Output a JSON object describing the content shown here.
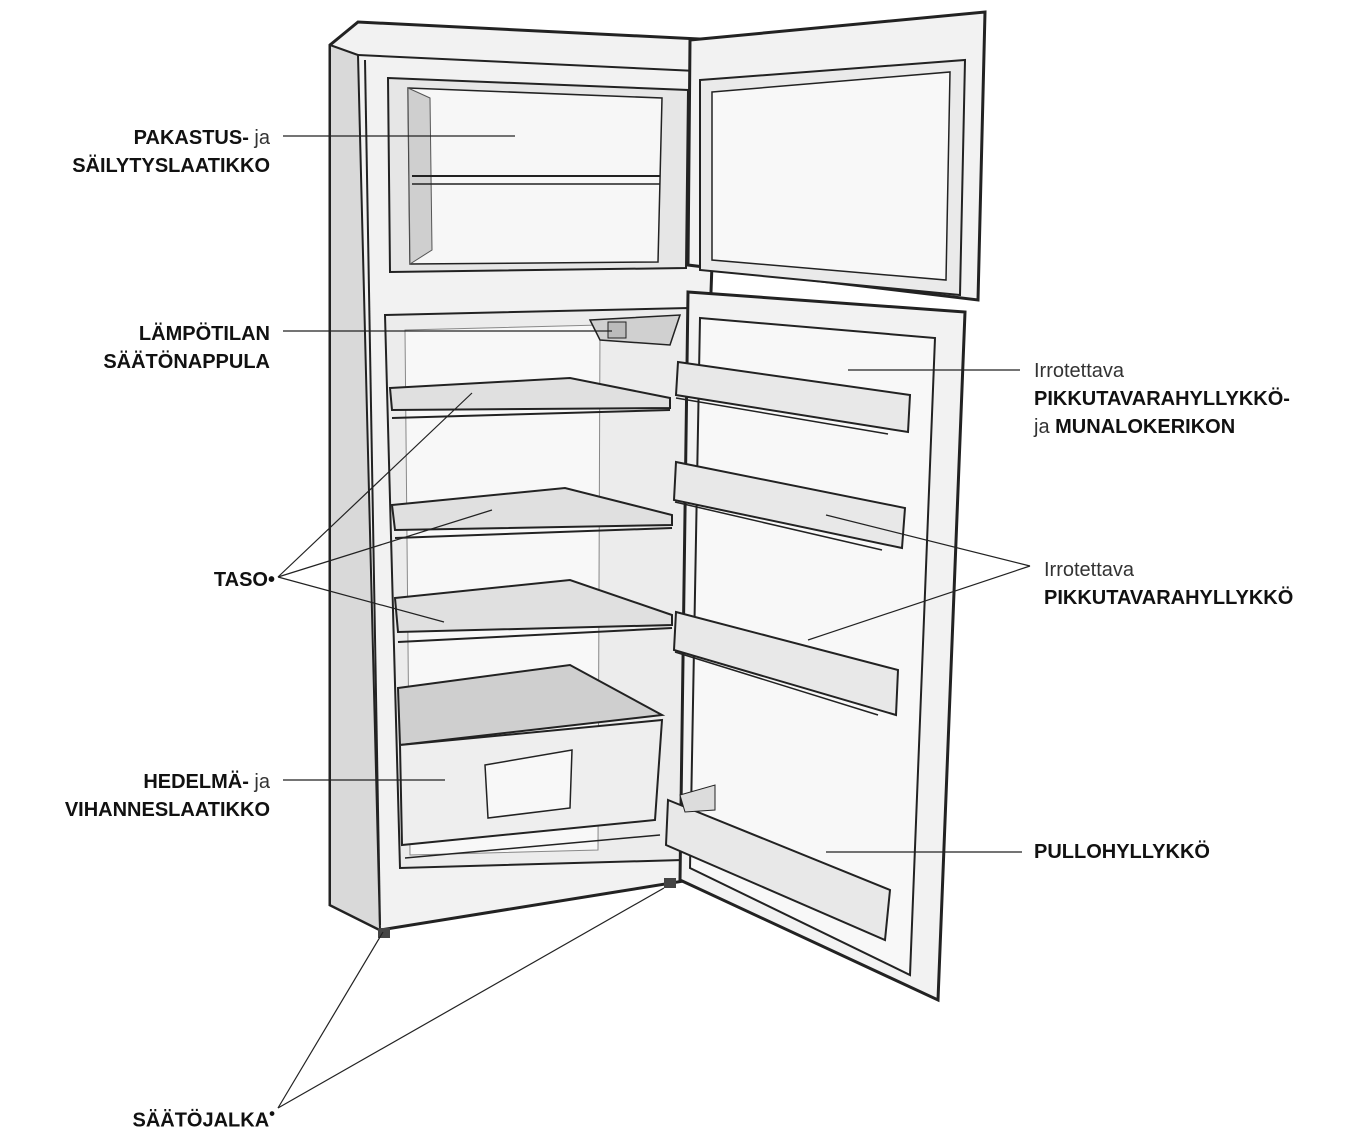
{
  "labels": {
    "freezer_line1": "PAKASTUS-",
    "freezer_ja": "ja",
    "freezer_line2": "SÄILYTYSLAATIKKO",
    "thermostat_line1": "LÄMPÖTILAN",
    "thermostat_line2": "SÄÄTÖNAPPULA",
    "shelf": "TASO",
    "shelf_marker": "•",
    "crisper_line1": "HEDELMÄ-",
    "crisper_ja": "ja",
    "crisper_line2": "VIHANNESLAATIKKO",
    "foot": "SÄÄTÖJALKA",
    "foot_marker": "•",
    "door_upper_prefix": "Irrotettava",
    "door_upper_line2": "PIKKUTAVARAHYLLYKKÖ-",
    "door_upper_ja": "ja",
    "door_upper_line3": "MUNALOKERIKON",
    "door_mid_prefix": "Irrotettava",
    "door_mid_line2": "PIKKUTAVARAHYLLYKKÖ",
    "bottle_shelf": "PULLOHYLLYKKÖ"
  },
  "colors": {
    "line": "#222222",
    "panel": "#eeeeee",
    "shade": "#cfcfcf"
  }
}
